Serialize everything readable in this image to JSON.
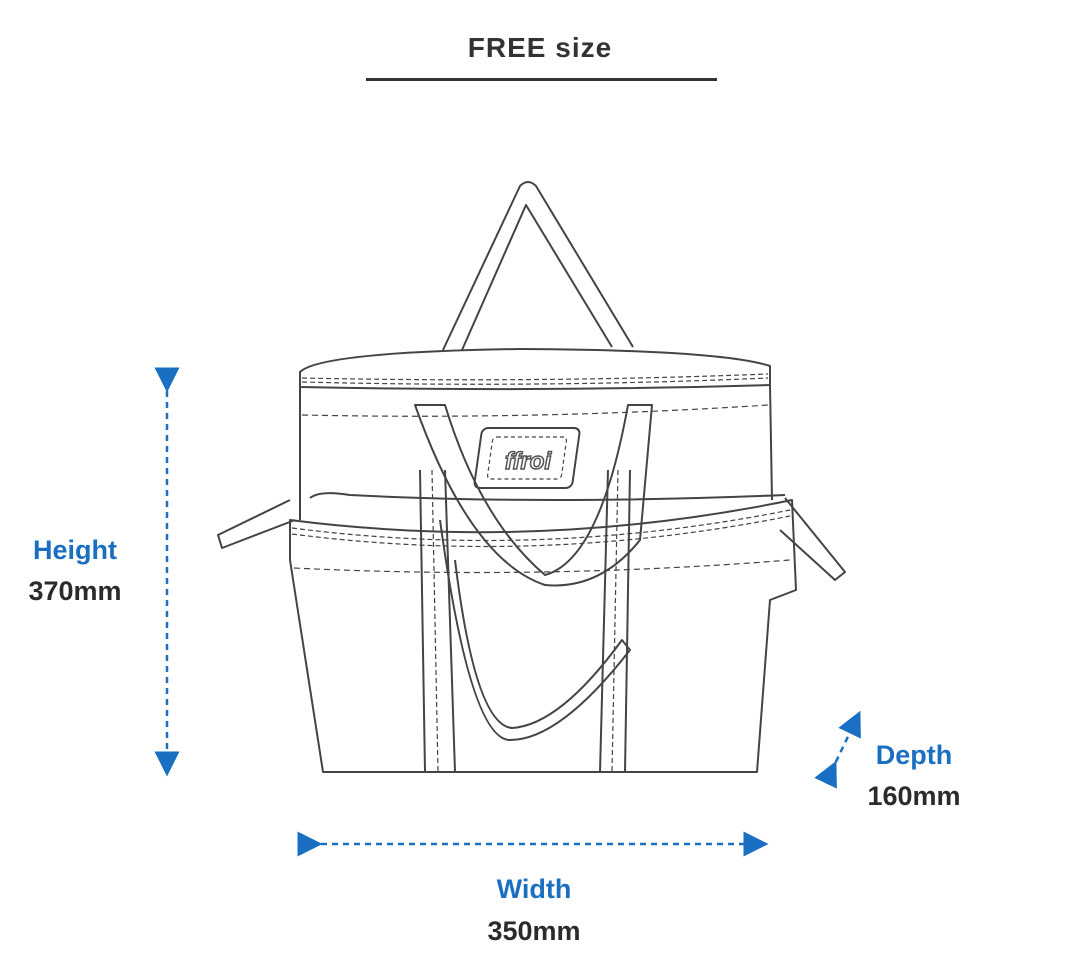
{
  "title": "FREE size",
  "logo_text": "ffroi",
  "dimensions": {
    "height": {
      "label": "Height",
      "value": "370mm"
    },
    "width": {
      "label": "Width",
      "value": "350mm"
    },
    "depth": {
      "label": "Depth",
      "value": "160mm"
    }
  },
  "colors": {
    "accent": "#1b6fc2",
    "text": "#2b2b2b",
    "line": "#444444"
  }
}
